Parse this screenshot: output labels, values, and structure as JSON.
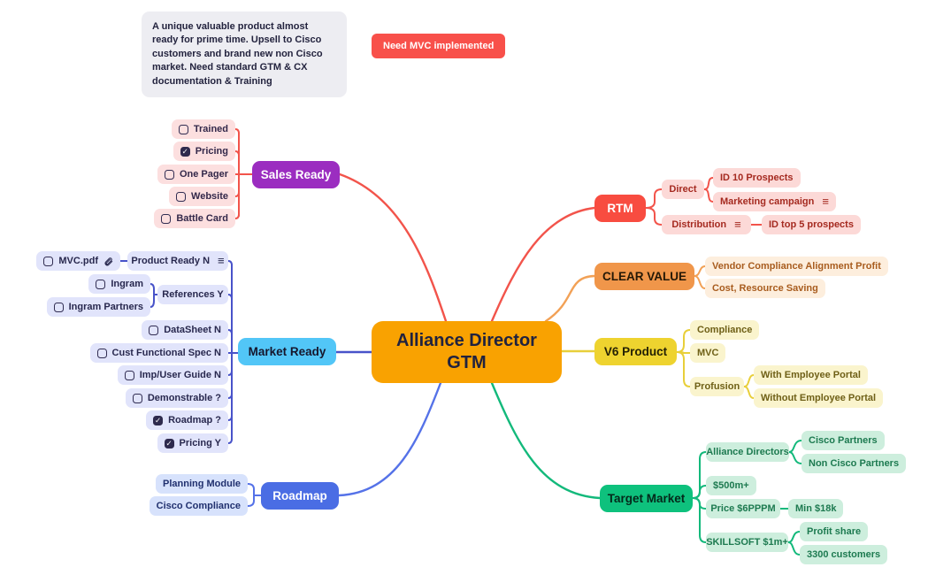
{
  "notes": {
    "summary": "A unique valuable product almost ready for prime time. Upsell to Cisco customers and brand new non Cisco market. Need standard GTM & CX  documentation & Training",
    "alert": "Need MVC implemented"
  },
  "center": {
    "title": "Alliance Director GTM"
  },
  "branches": {
    "sales_ready": {
      "label": "Sales Ready",
      "children": [
        {
          "label": "Trained",
          "checked": false
        },
        {
          "label": "Pricing",
          "checked": true
        },
        {
          "label": "One Pager",
          "checked": false
        },
        {
          "label": "Website",
          "checked": false
        },
        {
          "label": "Battle Card",
          "checked": false
        }
      ]
    },
    "market_ready": {
      "label": "Market Ready",
      "children": [
        {
          "label": "Product Ready N",
          "icon": "notes",
          "children": [
            {
              "label": "MVC.pdf",
              "checked": false,
              "icon": "attachment"
            }
          ]
        },
        {
          "label": "References Y",
          "children": [
            {
              "label": "Ingram",
              "checked": false
            },
            {
              "label": "Ingram Partners",
              "checked": false
            }
          ]
        },
        {
          "label": "DataSheet N",
          "checked": false
        },
        {
          "label": "Cust Functional Spec N",
          "checked": false
        },
        {
          "label": "Imp/User Guide N",
          "checked": false
        },
        {
          "label": "Demonstrable ?",
          "checked": false
        },
        {
          "label": "Roadmap ?",
          "checked": true
        },
        {
          "label": "Pricing Y",
          "checked": true
        }
      ]
    },
    "roadmap": {
      "label": "Roadmap",
      "children": [
        {
          "label": "Planning Module"
        },
        {
          "label": "Cisco Compliance"
        }
      ]
    },
    "rtm": {
      "label": "RTM",
      "children": [
        {
          "label": "Direct",
          "children": [
            {
              "label": "ID 10 Prospects"
            },
            {
              "label": "Marketing campaign",
              "icon": "notes"
            }
          ]
        },
        {
          "label": "Distribution",
          "icon": "notes",
          "children": [
            {
              "label": "ID top 5 prospects"
            }
          ]
        }
      ]
    },
    "clear_value": {
      "label": "CLEAR VALUE",
      "children": [
        {
          "label": "Vendor Compliance Alignment Profit"
        },
        {
          "label": "Cost, Resource Saving"
        }
      ]
    },
    "v6_product": {
      "label": "V6 Product",
      "children": [
        {
          "label": "Compliance"
        },
        {
          "label": "MVC"
        },
        {
          "label": "Profusion",
          "children": [
            {
              "label": "With Employee Portal"
            },
            {
              "label": "Without Employee Portal"
            }
          ]
        }
      ]
    },
    "target_market": {
      "label": "Target Market",
      "children": [
        {
          "label": "Alliance Directors",
          "children": [
            {
              "label": "Cisco Partners"
            },
            {
              "label": "Non Cisco Partners"
            }
          ]
        },
        {
          "label": "$500m+"
        },
        {
          "label": "Price $6PPPM",
          "children": [
            {
              "label": "Min $18k"
            }
          ]
        },
        {
          "label": "SKILLSOFT $1m+",
          "children": [
            {
              "label": "Profit share"
            },
            {
              "label": "3300 customers"
            }
          ]
        }
      ]
    }
  },
  "colors": {
    "center_bg": "#F9A201",
    "sales_ready_bg": "#9B2DC0",
    "market_ready_bg": "#52C6F7",
    "roadmap_bg": "#4A6DE4",
    "rtm_bg": "#F84C40",
    "clear_value_bg": "#F0964A",
    "v6_product_bg": "#EED32F",
    "target_market_bg": "#0EC17D",
    "edge_red": "#F2544B",
    "edge_indigo": "#4853C9",
    "edge_blue": "#5572E8",
    "edge_orange": "#F2A156",
    "edge_yellow": "#E8CF3A",
    "edge_green": "#13B97B"
  }
}
